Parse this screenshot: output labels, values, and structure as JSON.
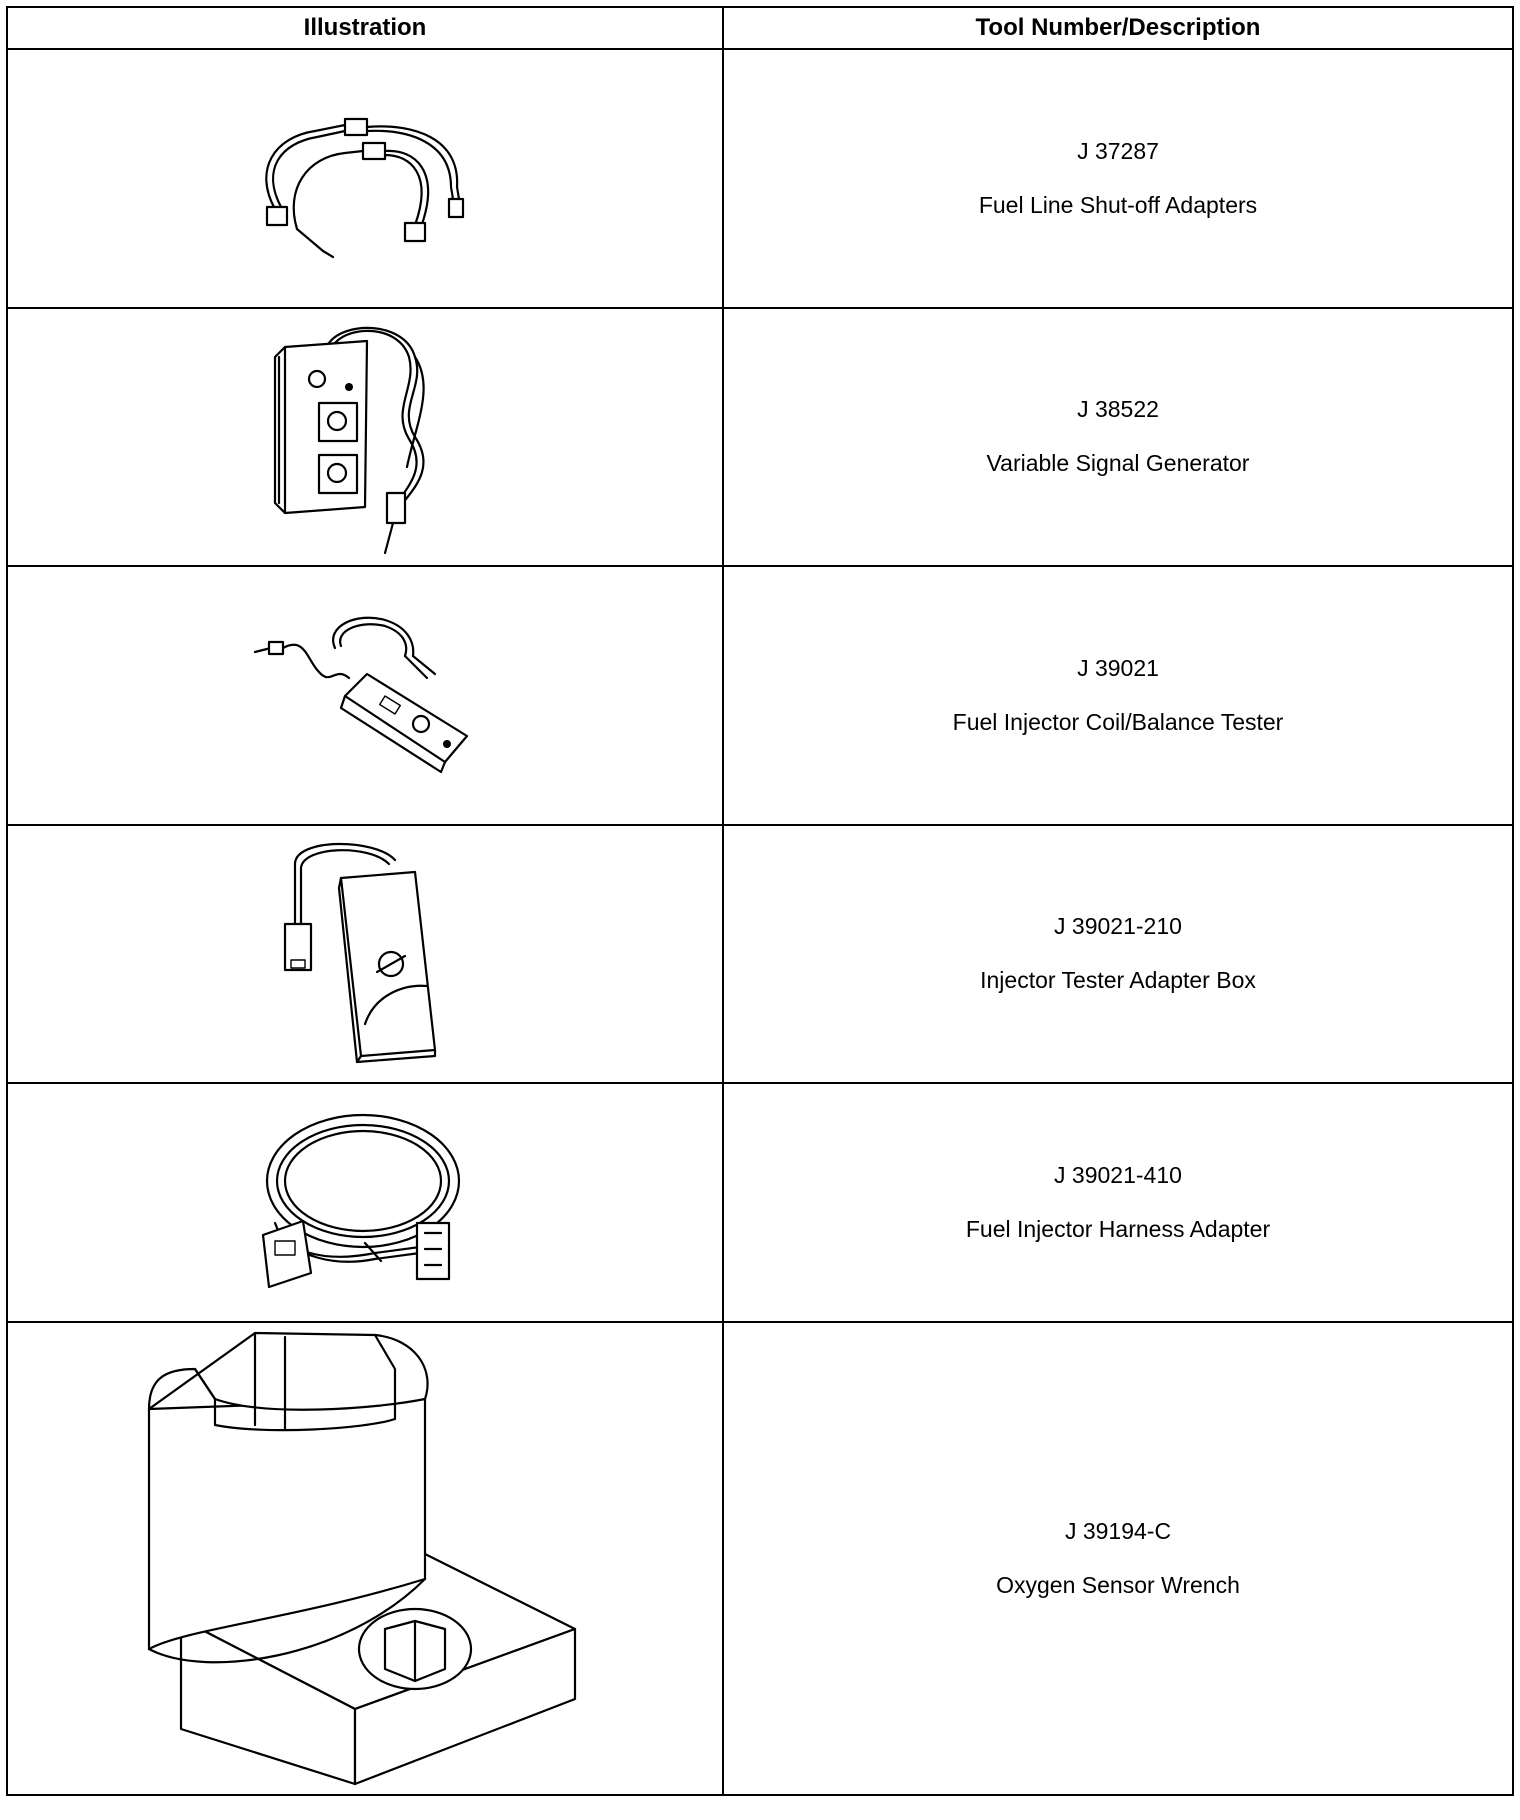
{
  "table": {
    "headers": {
      "illustration": "Illustration",
      "tool": "Tool Number/Description"
    },
    "rows": [
      {
        "number": "J 37287",
        "description": "Fuel Line Shut-off Adapters",
        "icon": "fuel-line-shutoff-adapters-icon"
      },
      {
        "number": "J 38522",
        "description": "Variable Signal Generator",
        "icon": "variable-signal-generator-icon"
      },
      {
        "number": "J 39021",
        "description": "Fuel Injector Coil/Balance Tester",
        "icon": "injector-balance-tester-icon"
      },
      {
        "number": "J 39021-210",
        "description": "Injector Tester Adapter Box",
        "icon": "injector-tester-adapter-box-icon"
      },
      {
        "number": "J 39021-410",
        "description": "Fuel Injector Harness Adapter",
        "icon": "injector-harness-adapter-icon"
      },
      {
        "number": "J 39194-C",
        "description": "Oxygen Sensor Wrench",
        "icon": "oxygen-sensor-wrench-icon"
      }
    ]
  }
}
